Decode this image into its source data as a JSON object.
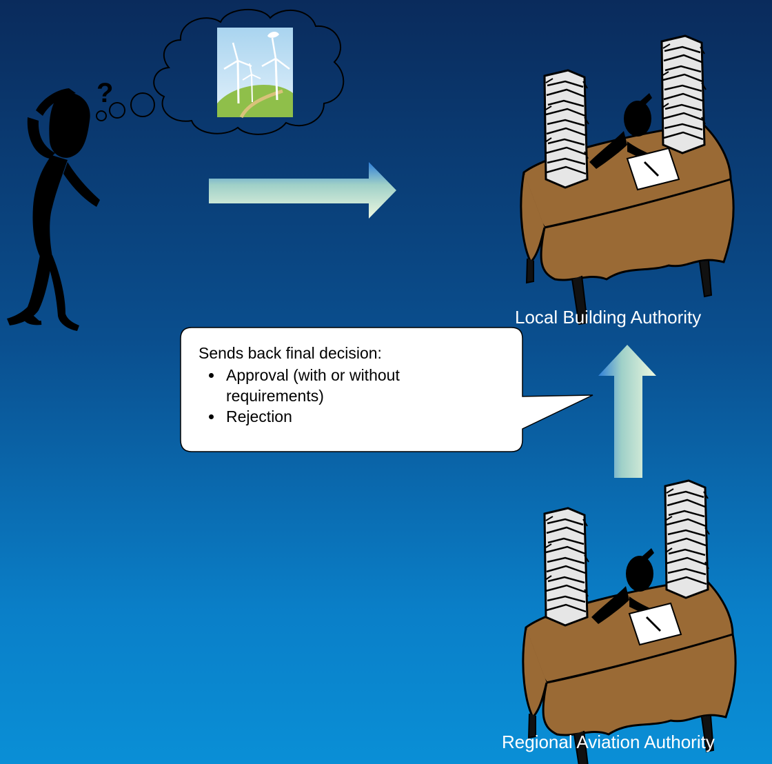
{
  "callout": {
    "heading": "Sends back final decision:",
    "bullets": [
      "Approval (with or without requirements)",
      "Rejection"
    ]
  },
  "labels": {
    "local_authority": "Local Building Authority",
    "regional_authority": "Regional Aviation Authority"
  },
  "colors": {
    "background_top": "#0a2b5c",
    "background_bottom": "#0a8fd6",
    "desk": "#9a6a35",
    "arrow_light": "#e8f6d6",
    "arrow_blue": "#2f7fd8"
  },
  "icons": [
    "thinking-person-icon",
    "thought-bubble-icon",
    "wind-turbine-image",
    "arrow-right-icon",
    "arrow-up-icon",
    "desk-with-paper-stacks-icon"
  ]
}
